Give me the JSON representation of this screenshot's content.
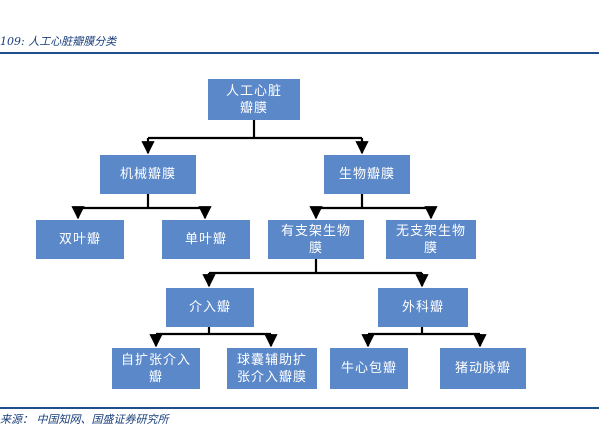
{
  "caption": "109:  人工心脏瓣膜分类",
  "source": "来源：  中国知网、国盛证券研究所",
  "nodes": {
    "root": "人工心脏瓣膜",
    "mechanical": "机械瓣膜",
    "biological": "生物瓣膜",
    "bileaflet": "双叶瓣",
    "monoleaflet": "单叶瓣",
    "stented": "有支架生物膜",
    "stentless": "无支架生物膜",
    "interventional": "介入瓣",
    "surgical": "外科瓣",
    "self_expanding": "自扩张介入瓣",
    "balloon_expandable": "球囊辅助扩张介入瓣膜",
    "bovine_pericardial": "牛心包瓣",
    "porcine_aortic": "猪动脉瓣"
  },
  "colors": {
    "node_fill": "#5b88c9",
    "node_text": "#ffffff",
    "connector": "#000000",
    "rule": "#1f4e8c",
    "caption": "#1a3f7a"
  }
}
